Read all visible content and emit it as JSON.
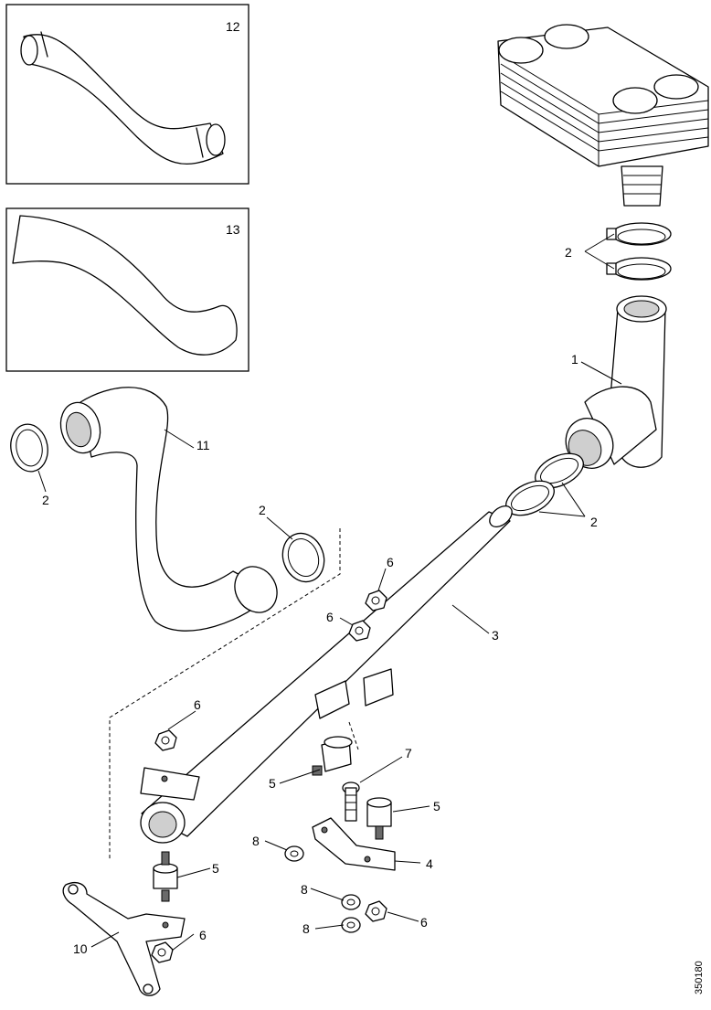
{
  "insets": [
    {
      "label": "12"
    },
    {
      "label": "13"
    }
  ],
  "callouts": [
    {
      "label": "1"
    },
    {
      "label": "2"
    },
    {
      "label": "2"
    },
    {
      "label": "2"
    },
    {
      "label": "2"
    },
    {
      "label": "3"
    },
    {
      "label": "4"
    },
    {
      "label": "5"
    },
    {
      "label": "5"
    },
    {
      "label": "5"
    },
    {
      "label": "6"
    },
    {
      "label": "6"
    },
    {
      "label": "6"
    },
    {
      "label": "6"
    },
    {
      "label": "6"
    },
    {
      "label": "7"
    },
    {
      "label": "8"
    },
    {
      "label": "8"
    },
    {
      "label": "8"
    },
    {
      "label": "10"
    },
    {
      "label": "11"
    }
  ],
  "drawing_number": "350180"
}
